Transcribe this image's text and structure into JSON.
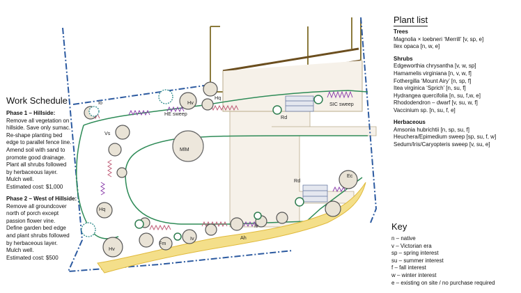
{
  "schedule": {
    "title": "Work Schedule",
    "phase1_heading": "Phase 1 – Hillside:",
    "phase1_lines": [
      "Remove all vegetation on",
      "hillside. Save only sumac.",
      "Re-shape planting bed",
      "edge to parallel fence line.",
      "Amend soil with sand to",
      "promote good drainage.",
      "Plant all shrubs followed",
      "by herbaceous layer.",
      "Mulch well.",
      "Estimated cost: $1,000"
    ],
    "phase2_heading": "Phase 2 – West of Hillside:",
    "phase2_lines": [
      "Remove all groundcover",
      "north of porch except",
      "passion flower vine.",
      "Define garden bed edge",
      "and plant shrubs followed",
      "by herbaceous layer.",
      "Mulch well.",
      "Estimated cost: $500"
    ]
  },
  "plant_list": {
    "title": "Plant list",
    "trees_heading": "Trees",
    "trees": [
      "Magnolia × loebneri ‘Merrill’ [v, sp, e]",
      "Ilex opaca [n, w, e]"
    ],
    "shrubs_heading": "Shrubs",
    "shrubs": [
      "Edgeworthia chrysantha [v, w, sp]",
      "Hamamelis virginiana [n, v, w, f]",
      "Fothergilla ‘Mount Airy’ [n, sp, f]",
      "Itea virginica ‘Sprich’ [n, su, f]",
      "Hydrangea quercifolia [n, su, f,w, e]",
      "Rhododendron – dwarf [v, su, w, f]",
      "Vaccinium sp. [n, su, f, e]"
    ],
    "herbaceous_heading": "Herbaceous",
    "herbaceous": [
      "Amsonia hubrichtii [n, sp, su, f]",
      "Heuchera/Epimedium sweep [sp, su, f, w]",
      "Sedum/Iris/Caryopteris sweep [v, su, e]"
    ]
  },
  "key": {
    "title": "Key",
    "items": [
      "n – native",
      "v – Victorian era",
      "sp – spring interest",
      "su – summer interest",
      "f – fall interest",
      "w – winter interest",
      "e – existing on site / no purchase required"
    ]
  },
  "plan_labels": {
    "io": "Io",
    "hv_top": "Hv",
    "hq_top": "Hq",
    "he_sweep": "HE sweep",
    "vs": "Vs",
    "mlm": "MlM",
    "rd_top": "Rd",
    "sic_sweep": "SIC sweep",
    "rd_lower": "Rd",
    "ec": "Ec",
    "hq_left": "Hq",
    "hv_bottom": "Hv",
    "fm": "Fm",
    "iv_a": "Iv",
    "iv_b": "Iv",
    "ah": "Ah"
  },
  "colors": {
    "fence_line": "#2c5aa0",
    "structure": "#8b7a3c",
    "bed_edge": "#2e8b57",
    "pink_sweep": "#c0607a",
    "purple_sweep": "#8e44ad",
    "yellow_sweep": "#e8c44a",
    "shrub_fill": "#e9e3d6",
    "shrub_stroke": "#555"
  }
}
